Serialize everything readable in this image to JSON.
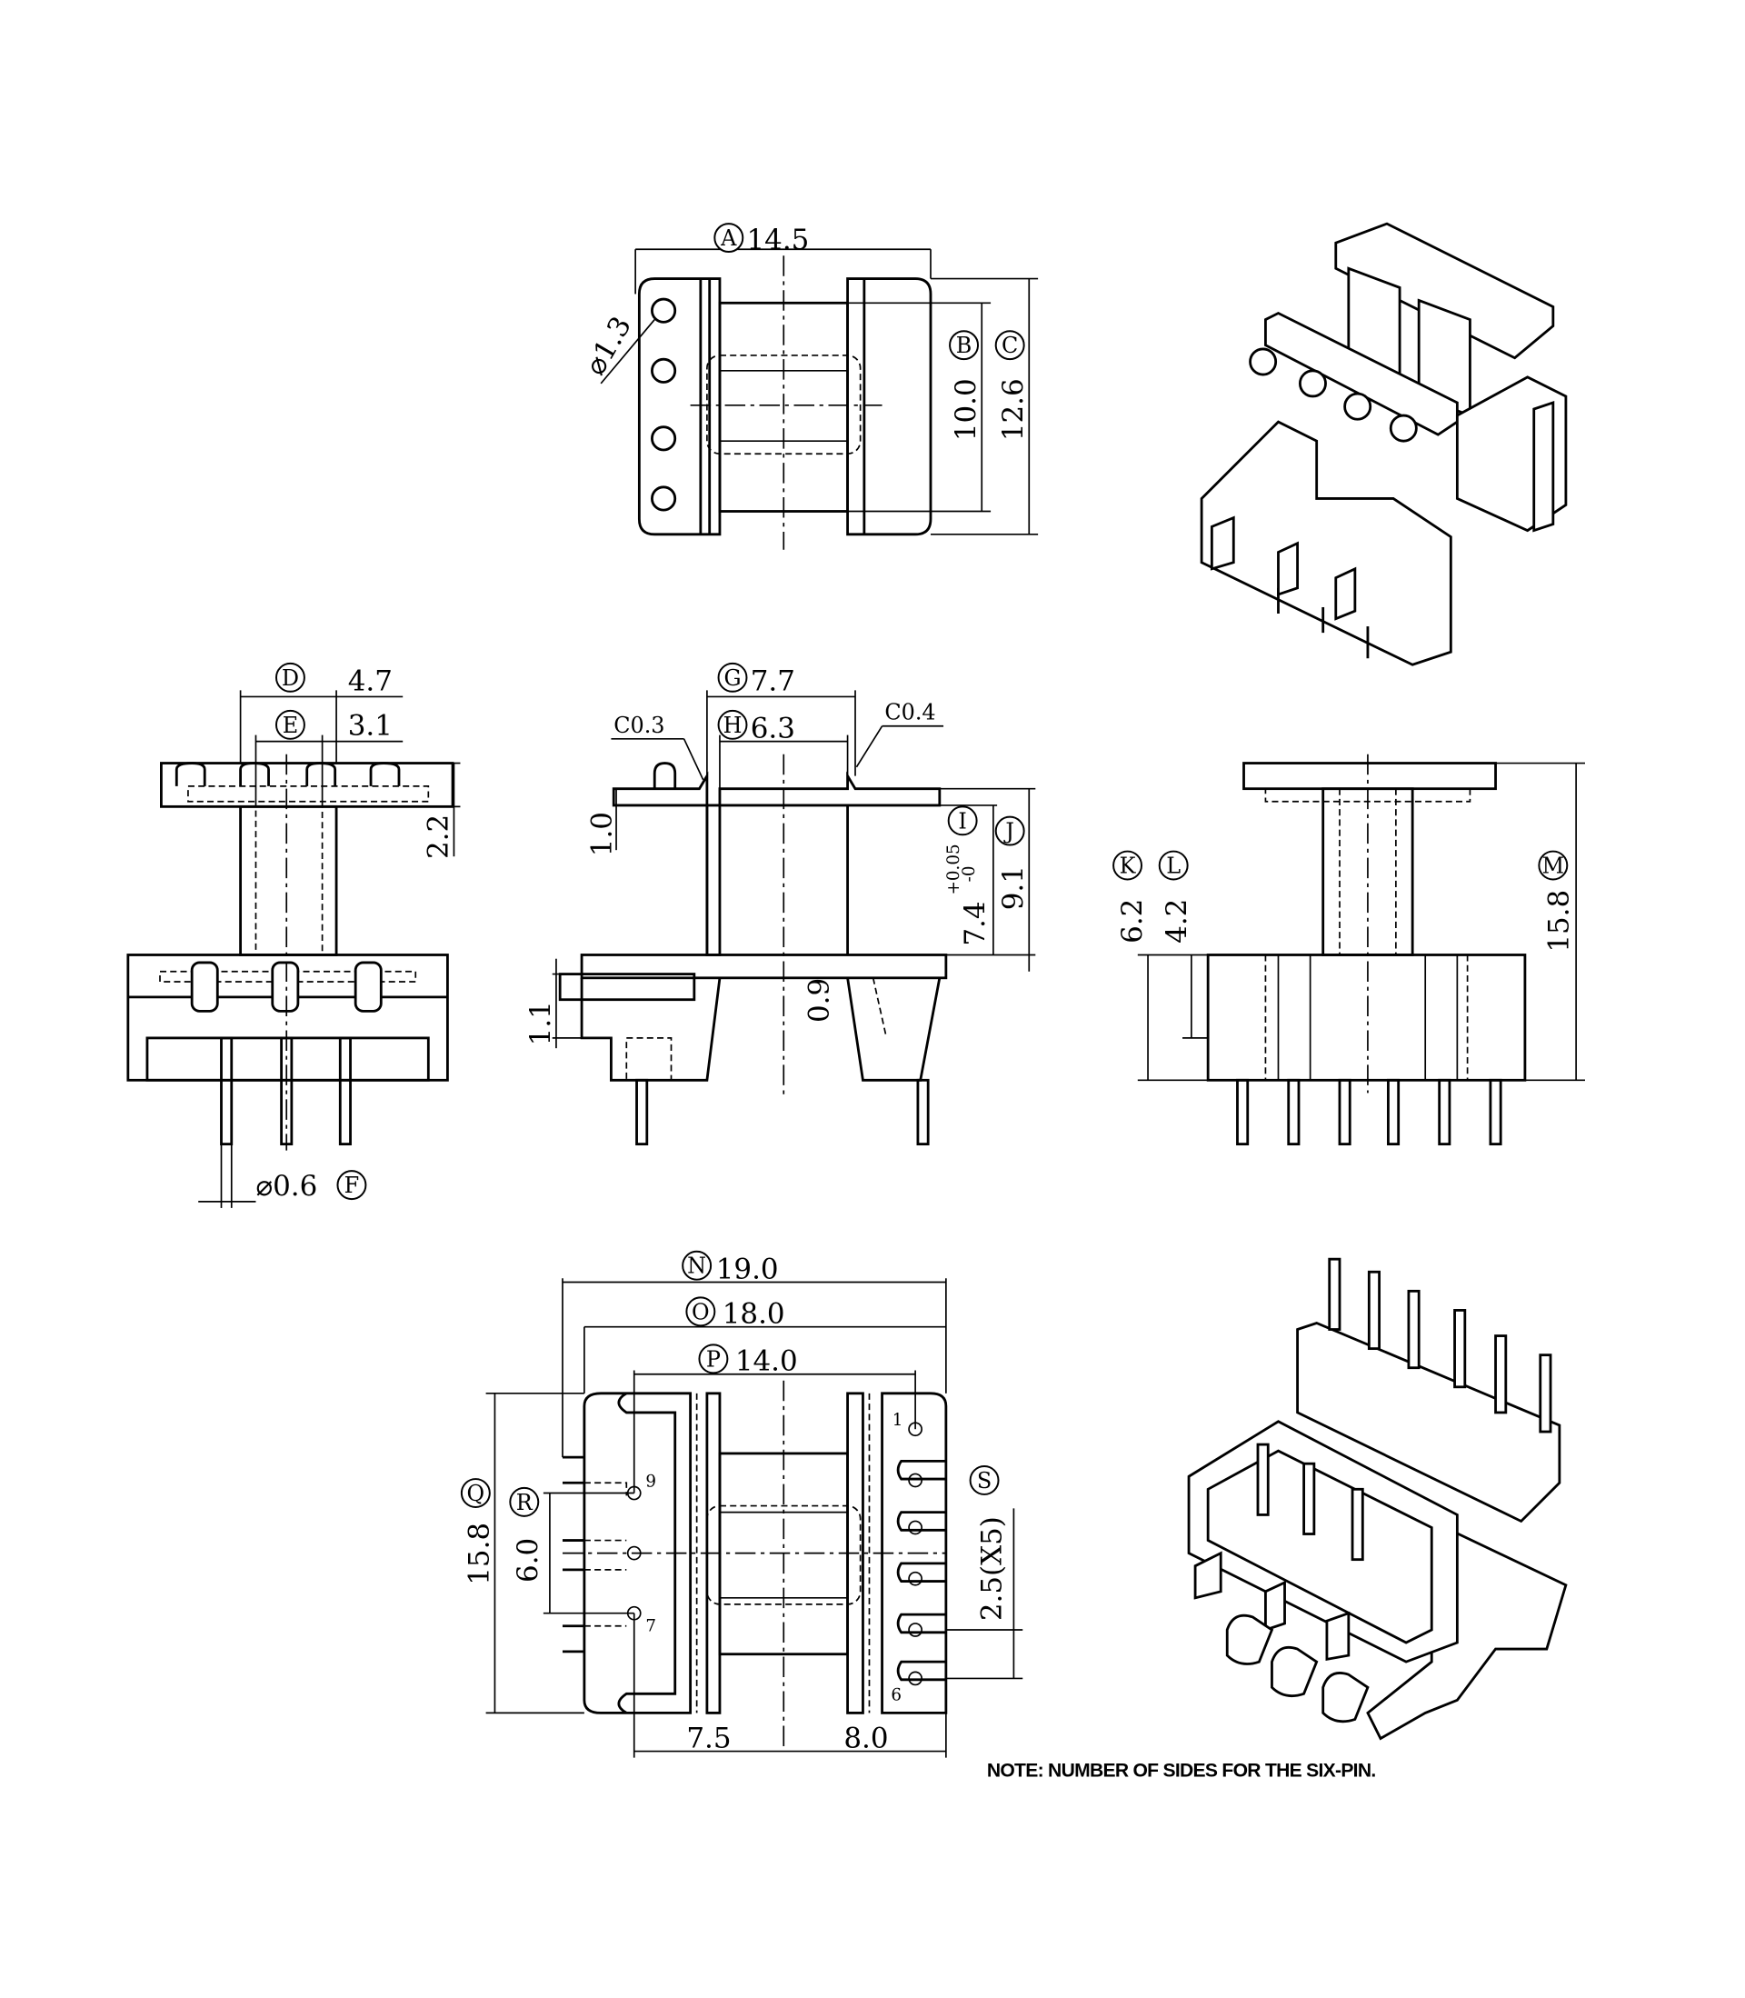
{
  "drawing": {
    "top_view": {
      "A": {
        "letter": "A",
        "value": "14.5"
      },
      "B": {
        "letter": "B",
        "value": "10.0"
      },
      "C": {
        "letter": "C",
        "value": "12.6"
      },
      "hole": "⌀1.3"
    },
    "front_view": {
      "D": {
        "letter": "D",
        "value": "4.7"
      },
      "E": {
        "letter": "E",
        "value": "3.1"
      },
      "height": "2.2",
      "F": {
        "letter": "F",
        "value": "⌀0.6"
      }
    },
    "side_view": {
      "G": {
        "letter": "G",
        "value": "7.7"
      },
      "H": {
        "letter": "H",
        "value": "6.3"
      },
      "chamfer_left": "C0.3",
      "chamfer_right": "C0.4",
      "flange": "1.0",
      "I": {
        "letter": "I",
        "value": "7.4",
        "tol_plus": "+0.05",
        "tol_minus": "-0"
      },
      "J": {
        "letter": "J",
        "value": "9.1"
      },
      "base": "1.1",
      "gap": "0.9"
    },
    "rear_view": {
      "K": {
        "letter": "K",
        "value": "6.2"
      },
      "L": {
        "letter": "L",
        "value": "4.2"
      },
      "M": {
        "letter": "M",
        "value": "15.8"
      }
    },
    "bottom_view": {
      "N": {
        "letter": "N",
        "value": "19.0"
      },
      "O": {
        "letter": "O",
        "value": "18.0"
      },
      "P": {
        "letter": "P",
        "value": "14.0"
      },
      "Q": {
        "letter": "Q",
        "value": "15.8"
      },
      "R": {
        "letter": "R",
        "value": "6.0"
      },
      "S": {
        "letter": "S",
        "value": "2.5(X5)"
      },
      "left_offset": "7.5",
      "right_offset": "8.0",
      "pins": [
        "1",
        "9",
        "7",
        "6"
      ]
    },
    "note": "NOTE: NUMBER OF SIDES FOR THE SIX-PIN."
  }
}
